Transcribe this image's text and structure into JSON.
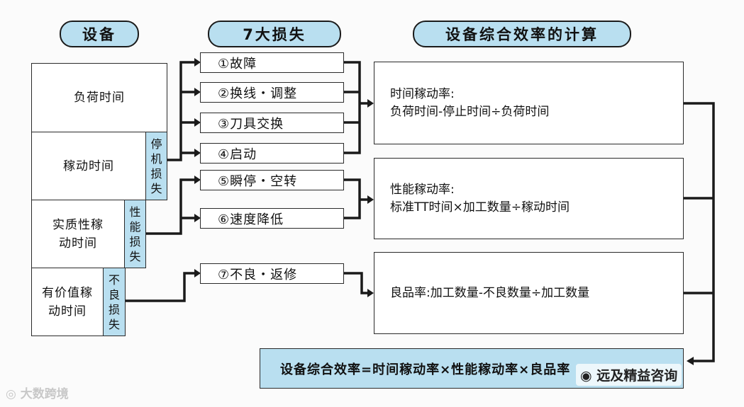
{
  "headers": {
    "equipment": "设备",
    "seven_losses": "7大损失",
    "oee_calc": "设备综合效率的计算"
  },
  "time_blocks": {
    "load_time": "负荷时间",
    "operating_time": "稼动时间",
    "net_operating_time": "实质性稼动时间",
    "valuable_operating_time": "有价值稼动时间"
  },
  "loss_labels": {
    "downtime_loss": "停机损失",
    "performance_loss": "性能损失",
    "defect_loss": "不良损失"
  },
  "losses": [
    "①故障",
    "②换线・调整",
    "③刀具交换",
    "④启动",
    "⑤瞬停・空转",
    "⑥速度降低",
    "⑦不良・返修"
  ],
  "formulas": {
    "availability_title": "时间稼动率:",
    "availability_formula": "负荷时间-停止时间÷负荷时间",
    "performance_title": "性能稼动率:",
    "performance_formula": "标准TT时间×加工数量÷稼动时间",
    "quality": "良品率:加工数量-不良数量÷加工数量"
  },
  "result": "设备综合效率=时间稼动率×性能稼动率×良品率",
  "watermarks": {
    "left": "大数跨境",
    "right": "远及精益咨询"
  }
}
